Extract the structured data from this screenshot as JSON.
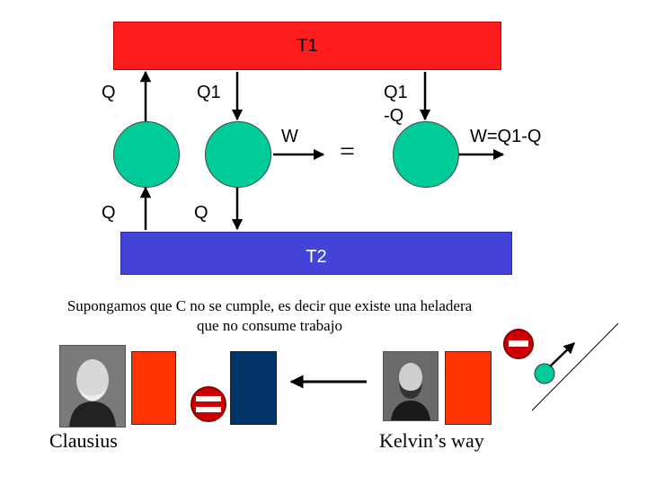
{
  "reservoirs": {
    "hot_label": "T1",
    "cold_label": "T2"
  },
  "engine_labels": {
    "left_top_q": "Q",
    "left_bottom_q": "Q",
    "middle_top_q1": "Q1",
    "middle_bottom_q": "Q",
    "middle_work": "W",
    "equals_sign": "=",
    "right_top_q1": "Q1",
    "right_top_minus_q": "-Q",
    "right_work": "W=Q1-Q"
  },
  "statement": {
    "line1": "Supongamos que C no se cumple, es decir que existe una heladera",
    "line2": "que no consume trabajo"
  },
  "captions": {
    "clausius": "Clausius",
    "kelvin": "Kelvin’s way"
  },
  "colors": {
    "hot": "#ff1c1c",
    "cold": "#4343d8",
    "engine": "#00cc99",
    "orange_box": "#ff3300",
    "navy_box": "#003366",
    "forbidden_sign": "#cc0000"
  },
  "icons": [
    "forbidden-sign-icon",
    "arrow-left-icon",
    "pendulum-ball-icon"
  ]
}
